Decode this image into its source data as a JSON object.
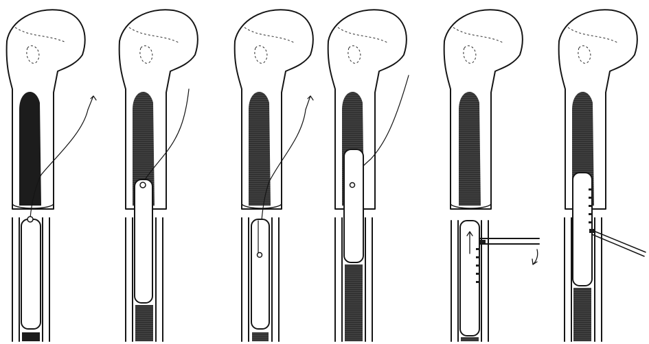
{
  "figure": {
    "panel_count": 6,
    "panels": [
      {
        "id": 1,
        "wire_arrow": true,
        "rod_position": "lower"
      },
      {
        "id": 2,
        "wire_arrow": false,
        "rod_position": "bridging"
      },
      {
        "id": 3,
        "wire_arrow": true,
        "rod_position": "lower"
      },
      {
        "id": 4,
        "wire_arrow": false,
        "rod_position": "bridging"
      },
      {
        "id": 5,
        "wire_arrow": false,
        "rod_position": "lower",
        "up_arrow": true,
        "curved_arrow": true,
        "side_rod": true
      },
      {
        "id": 6,
        "wire_arrow": false,
        "rod_position": "bridging",
        "side_wire": true
      }
    ],
    "colors": {
      "ink": "#151515",
      "background": "#ffffff"
    }
  }
}
